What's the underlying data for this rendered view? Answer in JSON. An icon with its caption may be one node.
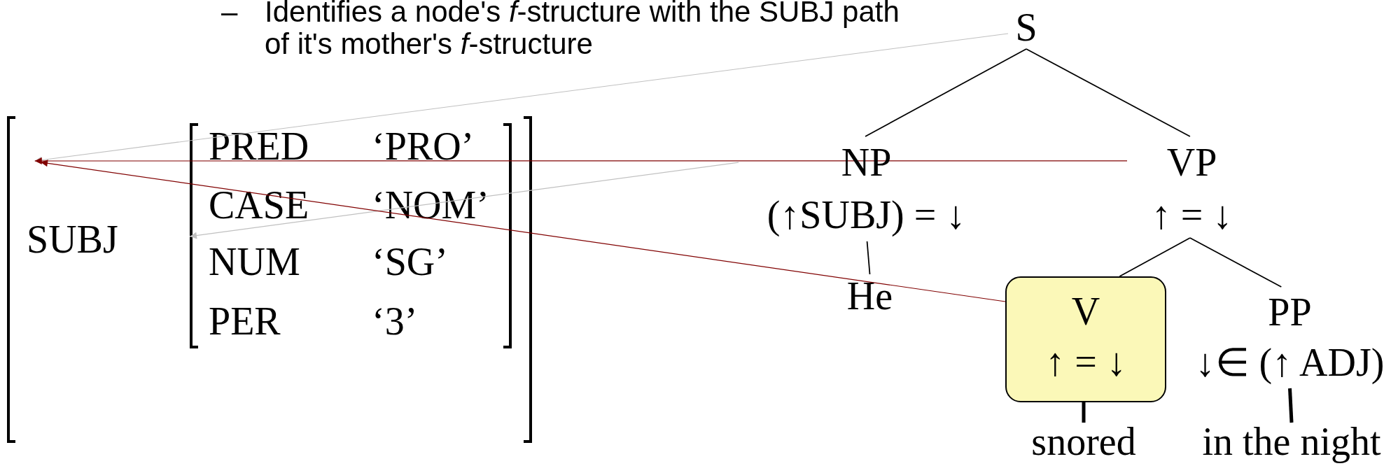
{
  "diagram": {
    "nodes": [
      {
        "text": [
          "SUBJ"
        ]
      },
      {
        "text": [
          "PRED",
          "‘PRO’",
          "CASE",
          "‘NOM’",
          "NUM",
          "‘SG’",
          "PER",
          "‘3’"
        ],
        "in": 0
      },
      {
        "text": [
          "S"
        ]
      },
      {
        "text": [
          "NP",
          "(↑SUBJ) = ↓"
        ]
      },
      {
        "text": [
          "VP",
          "↑ = ↓"
        ]
      },
      {
        "text": [
          "He"
        ]
      },
      {
        "text": [
          "V",
          "↑ = ↓"
        ]
      },
      {
        "text": [
          "PP",
          "↓∈ (↑ ADJ)"
        ]
      },
      {
        "text": [
          "snored"
        ]
      },
      {
        "text": [
          "in the night"
        ]
      }
    ],
    "edges": [
      {
        "from": 2,
        "to": 3,
        "arrow": "none"
      },
      {
        "from": 2,
        "to": 4,
        "arrow": "none"
      },
      {
        "from": 3,
        "to": 5,
        "arrow": "none"
      },
      {
        "from": 4,
        "to": 6,
        "arrow": "none"
      },
      {
        "from": 4,
        "to": 7,
        "arrow": "none"
      },
      {
        "from": 6,
        "to": 8,
        "arrow": "none",
        "style": "thick"
      },
      {
        "from": 7,
        "to": 9,
        "arrow": "none",
        "style": "thick"
      },
      {
        "from": 2,
        "to": 0,
        "arrow": "to",
        "color": "#c0c0c0"
      },
      {
        "from": 3,
        "to": 1,
        "arrow": "to",
        "color": "#c0c0c0"
      },
      {
        "from": 4,
        "to": 0,
        "arrow": "to",
        "color": "#800000"
      },
      {
        "from": 6,
        "to": 0,
        "arrow": "to",
        "color": "#800000"
      }
    ],
    "labels": [
      "–",
      "Identifies a node's *f*-structure with the SUBJ path of it's mother's *f*-structure"
    ]
  }
}
